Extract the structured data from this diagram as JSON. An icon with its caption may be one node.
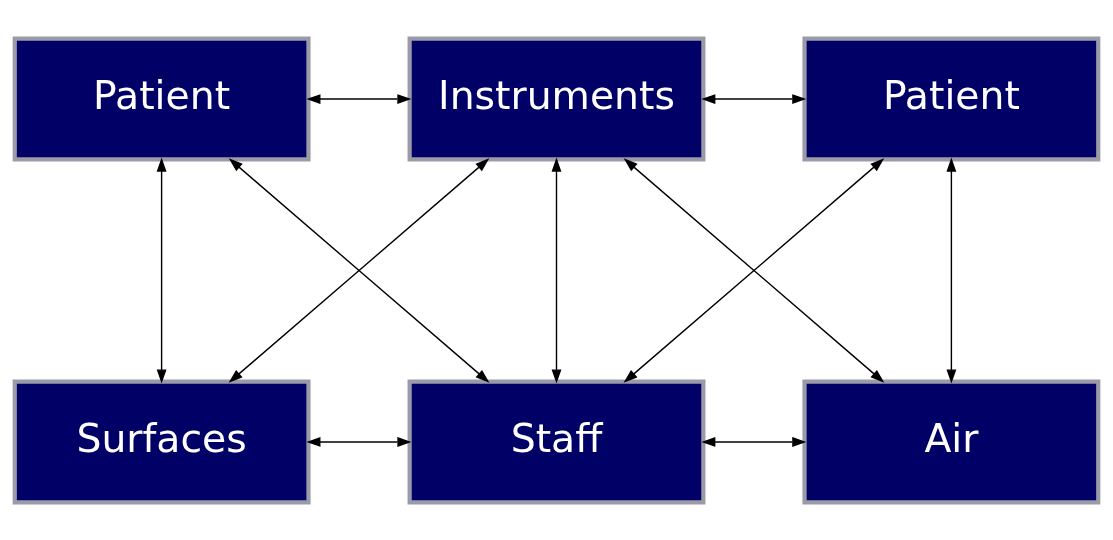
{
  "diagram": {
    "nodes": [
      {
        "text": [
          "Patient"
        ]
      },
      {
        "text": [
          "Instruments"
        ]
      },
      {
        "text": [
          "Patient"
        ]
      },
      {
        "text": [
          "Surfaces"
        ]
      },
      {
        "text": [
          "Staff"
        ]
      },
      {
        "text": [
          "Air"
        ]
      }
    ],
    "edges": [
      {
        "from": 0,
        "to": 1,
        "arrow": "both"
      },
      {
        "from": 1,
        "to": 2,
        "arrow": "both"
      },
      {
        "from": 0,
        "to": 3,
        "arrow": "both"
      },
      {
        "from": 0,
        "to": 4,
        "arrow": "both"
      },
      {
        "from": 1,
        "to": 3,
        "arrow": "both"
      },
      {
        "from": 1,
        "to": 4,
        "arrow": "both"
      },
      {
        "from": 1,
        "to": 5,
        "arrow": "both"
      },
      {
        "from": 2,
        "to": 4,
        "arrow": "both"
      },
      {
        "from": 2,
        "to": 5,
        "arrow": "both"
      },
      {
        "from": 3,
        "to": 4,
        "arrow": "both"
      },
      {
        "from": 4,
        "to": 5,
        "arrow": "both"
      }
    ]
  }
}
